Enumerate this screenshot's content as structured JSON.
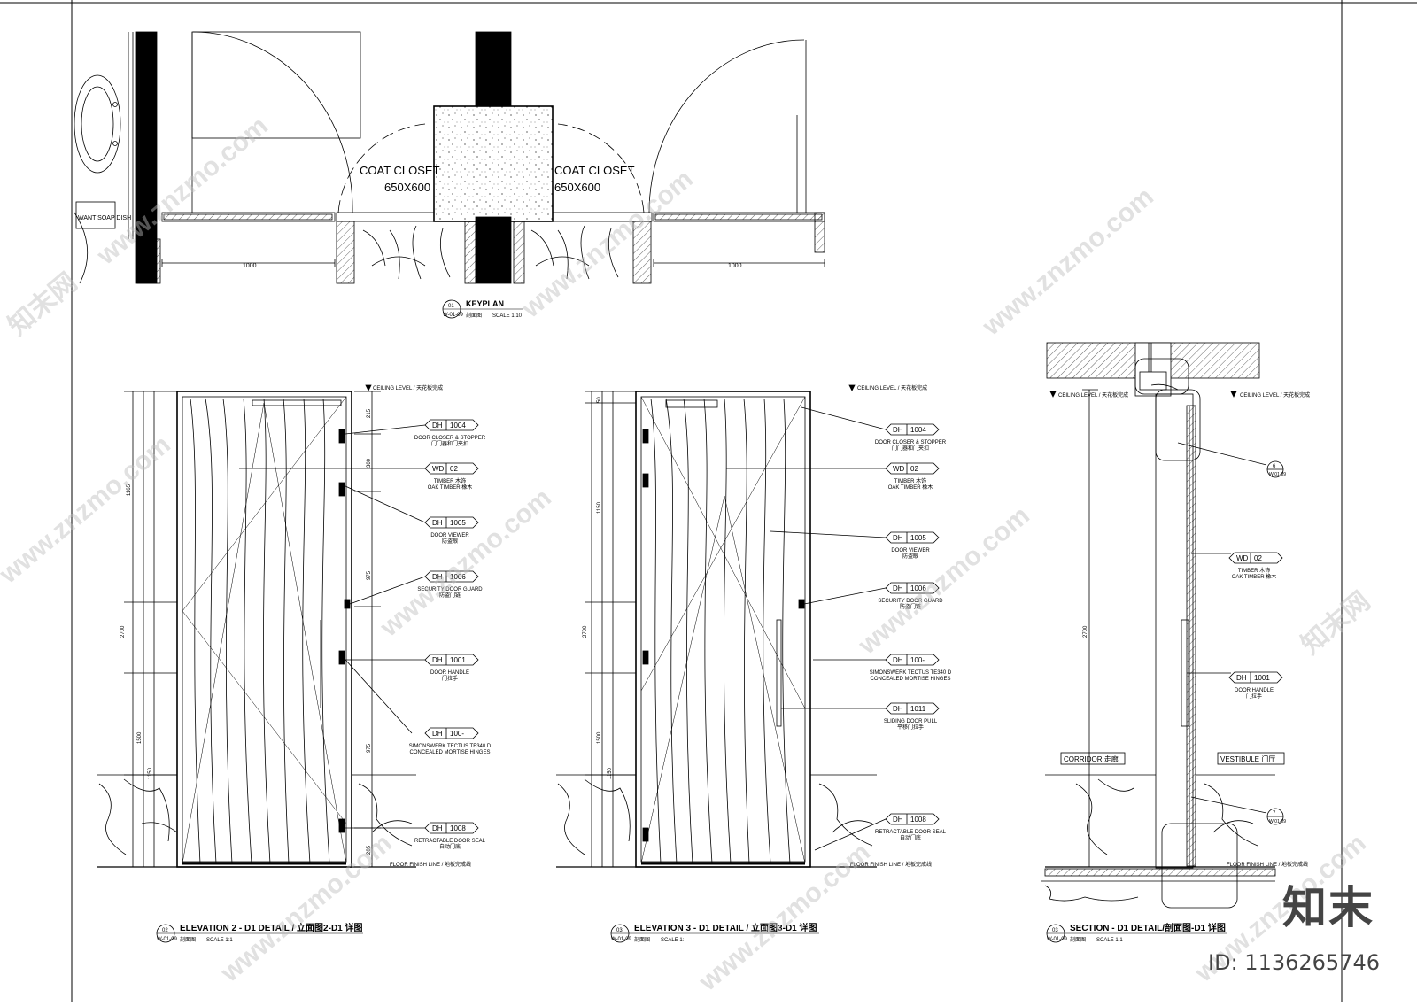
{
  "keyplan": {
    "closet_left": "COAT CLOSET",
    "closet_left_size": "650X600",
    "closet_right": "COAT CLOSET",
    "closet_right_size": "650X600",
    "dim_left": "1000",
    "dim_right": "1000",
    "stamp_label": "WANT SOAP DISH",
    "title_no": "01",
    "title_ref": "W-01-09",
    "title": "KEYPLAN",
    "title_cn": "剖面图",
    "scale": "SCALE 1:10"
  },
  "elev2": {
    "ceiling": "CEILING LEVEL / 天花板完成",
    "floor": "FLOOR FINISH LINE / 地板完成线",
    "dims_left": [
      "1165",
      "2700",
      "1500",
      "1150"
    ],
    "dims_right": [
      "215",
      "300",
      "975",
      "975",
      "205"
    ],
    "tags": [
      {
        "code": "DH",
        "num": "1004",
        "l1": "DOOR CLOSER & STOPPER",
        "l2": "门门器和门夹扣"
      },
      {
        "code": "WD",
        "num": "02",
        "l1": "TIMBER 木饰",
        "l2": "OAK TIMBER 橡木"
      },
      {
        "code": "DH",
        "num": "1005",
        "l1": "DOOR VIEWER",
        "l2": "防盗眼"
      },
      {
        "code": "DH",
        "num": "1006",
        "l1": "SECURITY DOOR GUARD",
        "l2": "防盗门链"
      },
      {
        "code": "DH",
        "num": "1001",
        "l1": "DOOR HANDLE",
        "l2": "门拉手"
      },
      {
        "code": "DH",
        "num": "100-",
        "l1": "SIMONSWERK TECTUS TE340 D",
        "l2": "CONCEALED MORTISE HINGES"
      },
      {
        "code": "DH",
        "num": "1008",
        "l1": "RETRACTABLE DOOR SEAL",
        "l2": "自动门底"
      }
    ],
    "title_no": "02",
    "title_ref": "W-01-09",
    "title": "ELEVATION 2 - D1 DETAIL / 立面图2-D1 详图",
    "title_cn": "剖面图",
    "scale": "SCALE 1:1"
  },
  "elev3": {
    "ceiling": "CEILING LEVEL / 天花板完成",
    "floor": "FLOOR FINISH LINE / 地板完成线",
    "dims_left": [
      "50",
      "1150",
      "2700",
      "1500",
      "1150"
    ],
    "tags": [
      {
        "code": "DH",
        "num": "1004",
        "l1": "DOOR CLOSER & STOPPER",
        "l2": "门门器和门夹扣"
      },
      {
        "code": "WD",
        "num": "02",
        "l1": "TIMBER 木饰",
        "l2": "OAK TIMBER 橡木"
      },
      {
        "code": "DH",
        "num": "1005",
        "l1": "DOOR VIEWER",
        "l2": "防盗眼"
      },
      {
        "code": "DH",
        "num": "1006",
        "l1": "SECURITY DOOR GUARD",
        "l2": "防盗门链"
      },
      {
        "code": "DH",
        "num": "100-",
        "l1": "SIMONSWERK TECTUS TE340 D",
        "l2": "CONCEALED MORTISE HINGES"
      },
      {
        "code": "DH",
        "num": "1011",
        "l1": "SLIDING DOOR PULL",
        "l2": "平移门拉手"
      },
      {
        "code": "DH",
        "num": "1008",
        "l1": "RETRACTABLE DOOR SEAL",
        "l2": "自动门底"
      }
    ],
    "title_no": "03",
    "title_ref": "W-01-09",
    "title": "ELEVATION 3 - D1 DETAIL / 立面图3-D1 详图",
    "title_cn": "剖面图",
    "scale": "SCALE 1:"
  },
  "section": {
    "ceiling_left": "CEILING LEVEL / 天花板完成",
    "ceiling_right": "CEILING LEVEL / 天花板完成",
    "floor": "FLOOR FINISH LINE / 地板完成线",
    "dim": "2700",
    "detail_top": {
      "num": "6",
      "ref": "W-01-09"
    },
    "detail_bottom": {
      "num": "7",
      "ref": "W-01-09"
    },
    "tags": [
      {
        "code": "WD",
        "num": "02",
        "l1": "TIMBER 木饰",
        "l2": "OAK TIMBER 橡木"
      },
      {
        "code": "DH",
        "num": "1001",
        "l1": "DOOR HANDLE",
        "l2": "门拉手"
      }
    ],
    "corridor": "CORRIDOR 走廊",
    "vestibule": "VESTIBULE 门厅",
    "title_no": "03",
    "title_ref": "W-01-09",
    "title": "SECTION - D1 DETAIL/剖面图-D1 详图",
    "title_cn": "剖面图",
    "scale": "SCALE 1:1"
  },
  "watermark": "www.znzmo.com",
  "watermark_cn": "知末网",
  "brand": "知末",
  "id_label": "ID: 1136265746"
}
